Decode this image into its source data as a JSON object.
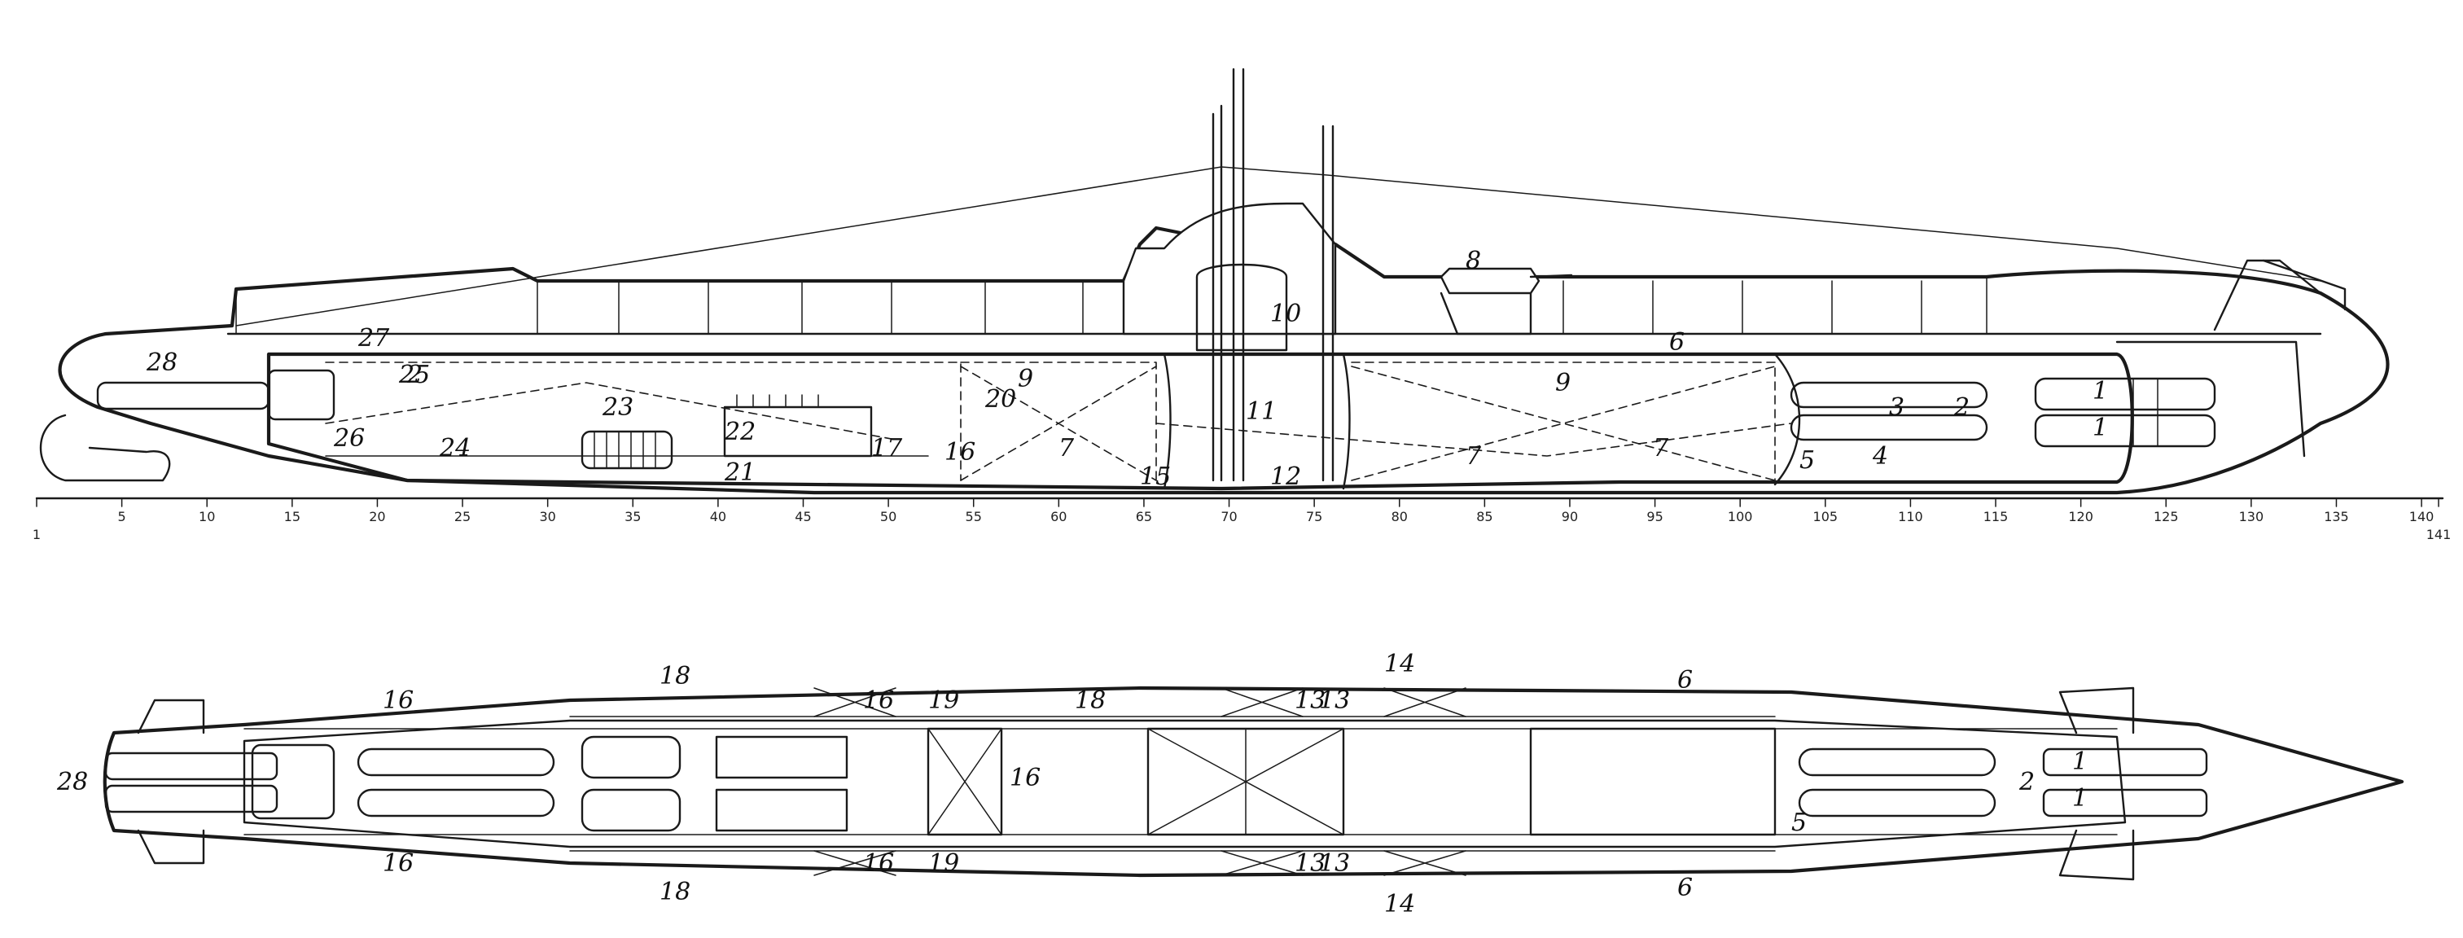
{
  "scale": {
    "ticks": [
      "1",
      "5",
      "10",
      "15",
      "20",
      "25",
      "30",
      "35",
      "40",
      "45",
      "50",
      "55",
      "60",
      "65",
      "70",
      "75",
      "80",
      "85",
      "90",
      "95",
      "100",
      "105",
      "110",
      "115",
      "120",
      "125",
      "130",
      "135",
      "140",
      "141"
    ]
  },
  "side_view": {
    "labels": [
      "1",
      "1",
      "2",
      "2",
      "3",
      "4",
      "5",
      "6",
      "7",
      "7",
      "7",
      "8",
      "9",
      "9",
      "10",
      "11",
      "12",
      "15",
      "16",
      "17",
      "20",
      "21",
      "22",
      "23",
      "24",
      "25",
      "26",
      "27",
      "28"
    ]
  },
  "plan_view": {
    "labels": [
      "1",
      "1",
      "2",
      "5",
      "6",
      "6",
      "13",
      "13",
      "13",
      "13",
      "14",
      "14",
      "16",
      "16",
      "16",
      "16",
      "16",
      "18",
      "18",
      "18",
      "19",
      "19",
      "28"
    ]
  }
}
